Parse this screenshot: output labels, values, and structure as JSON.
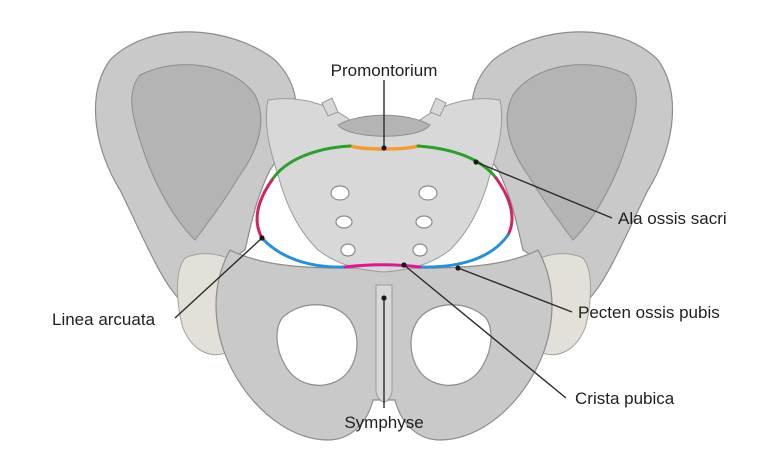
{
  "labels": {
    "promontorium": "Promontorium",
    "ala_ossis_sacri": "Ala ossis sacri",
    "linea_arcuata": "Linea arcuata",
    "pecten_ossis_pubis": "Pecten ossis pubis",
    "crista_pubica": "Crista pubica",
    "symphyse": "Symphyse"
  },
  "colors": {
    "promontorium_line": "#f39c35",
    "ala_line": "#2e9e2e",
    "linea_arcuata_line": "#d4235f",
    "pecten_line": "#2a8fd6",
    "crista_line": "#d81b8f",
    "bone": "#c9c9c9",
    "bone_outline": "#8c8c8c"
  }
}
